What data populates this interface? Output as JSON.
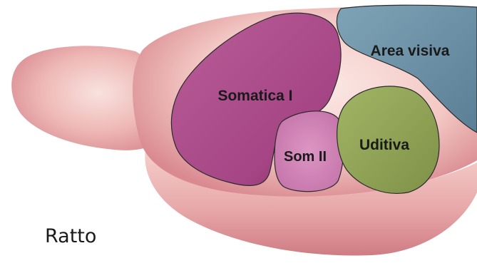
{
  "caption": "Ratto",
  "regions": {
    "somatica_i": "Somatica I",
    "area_visiva": "Area visiva",
    "som_ii": "Som II",
    "uditiva": "Uditiva"
  },
  "colors": {
    "brain_edge": "#d98a90",
    "brain_center": "#f9e3e1",
    "somatica_i": "#b1508f",
    "area_visiva": "#6e93a8",
    "som_ii": "#d487ba",
    "uditiva": "#93a85a",
    "outline": "#2b2b2b"
  }
}
